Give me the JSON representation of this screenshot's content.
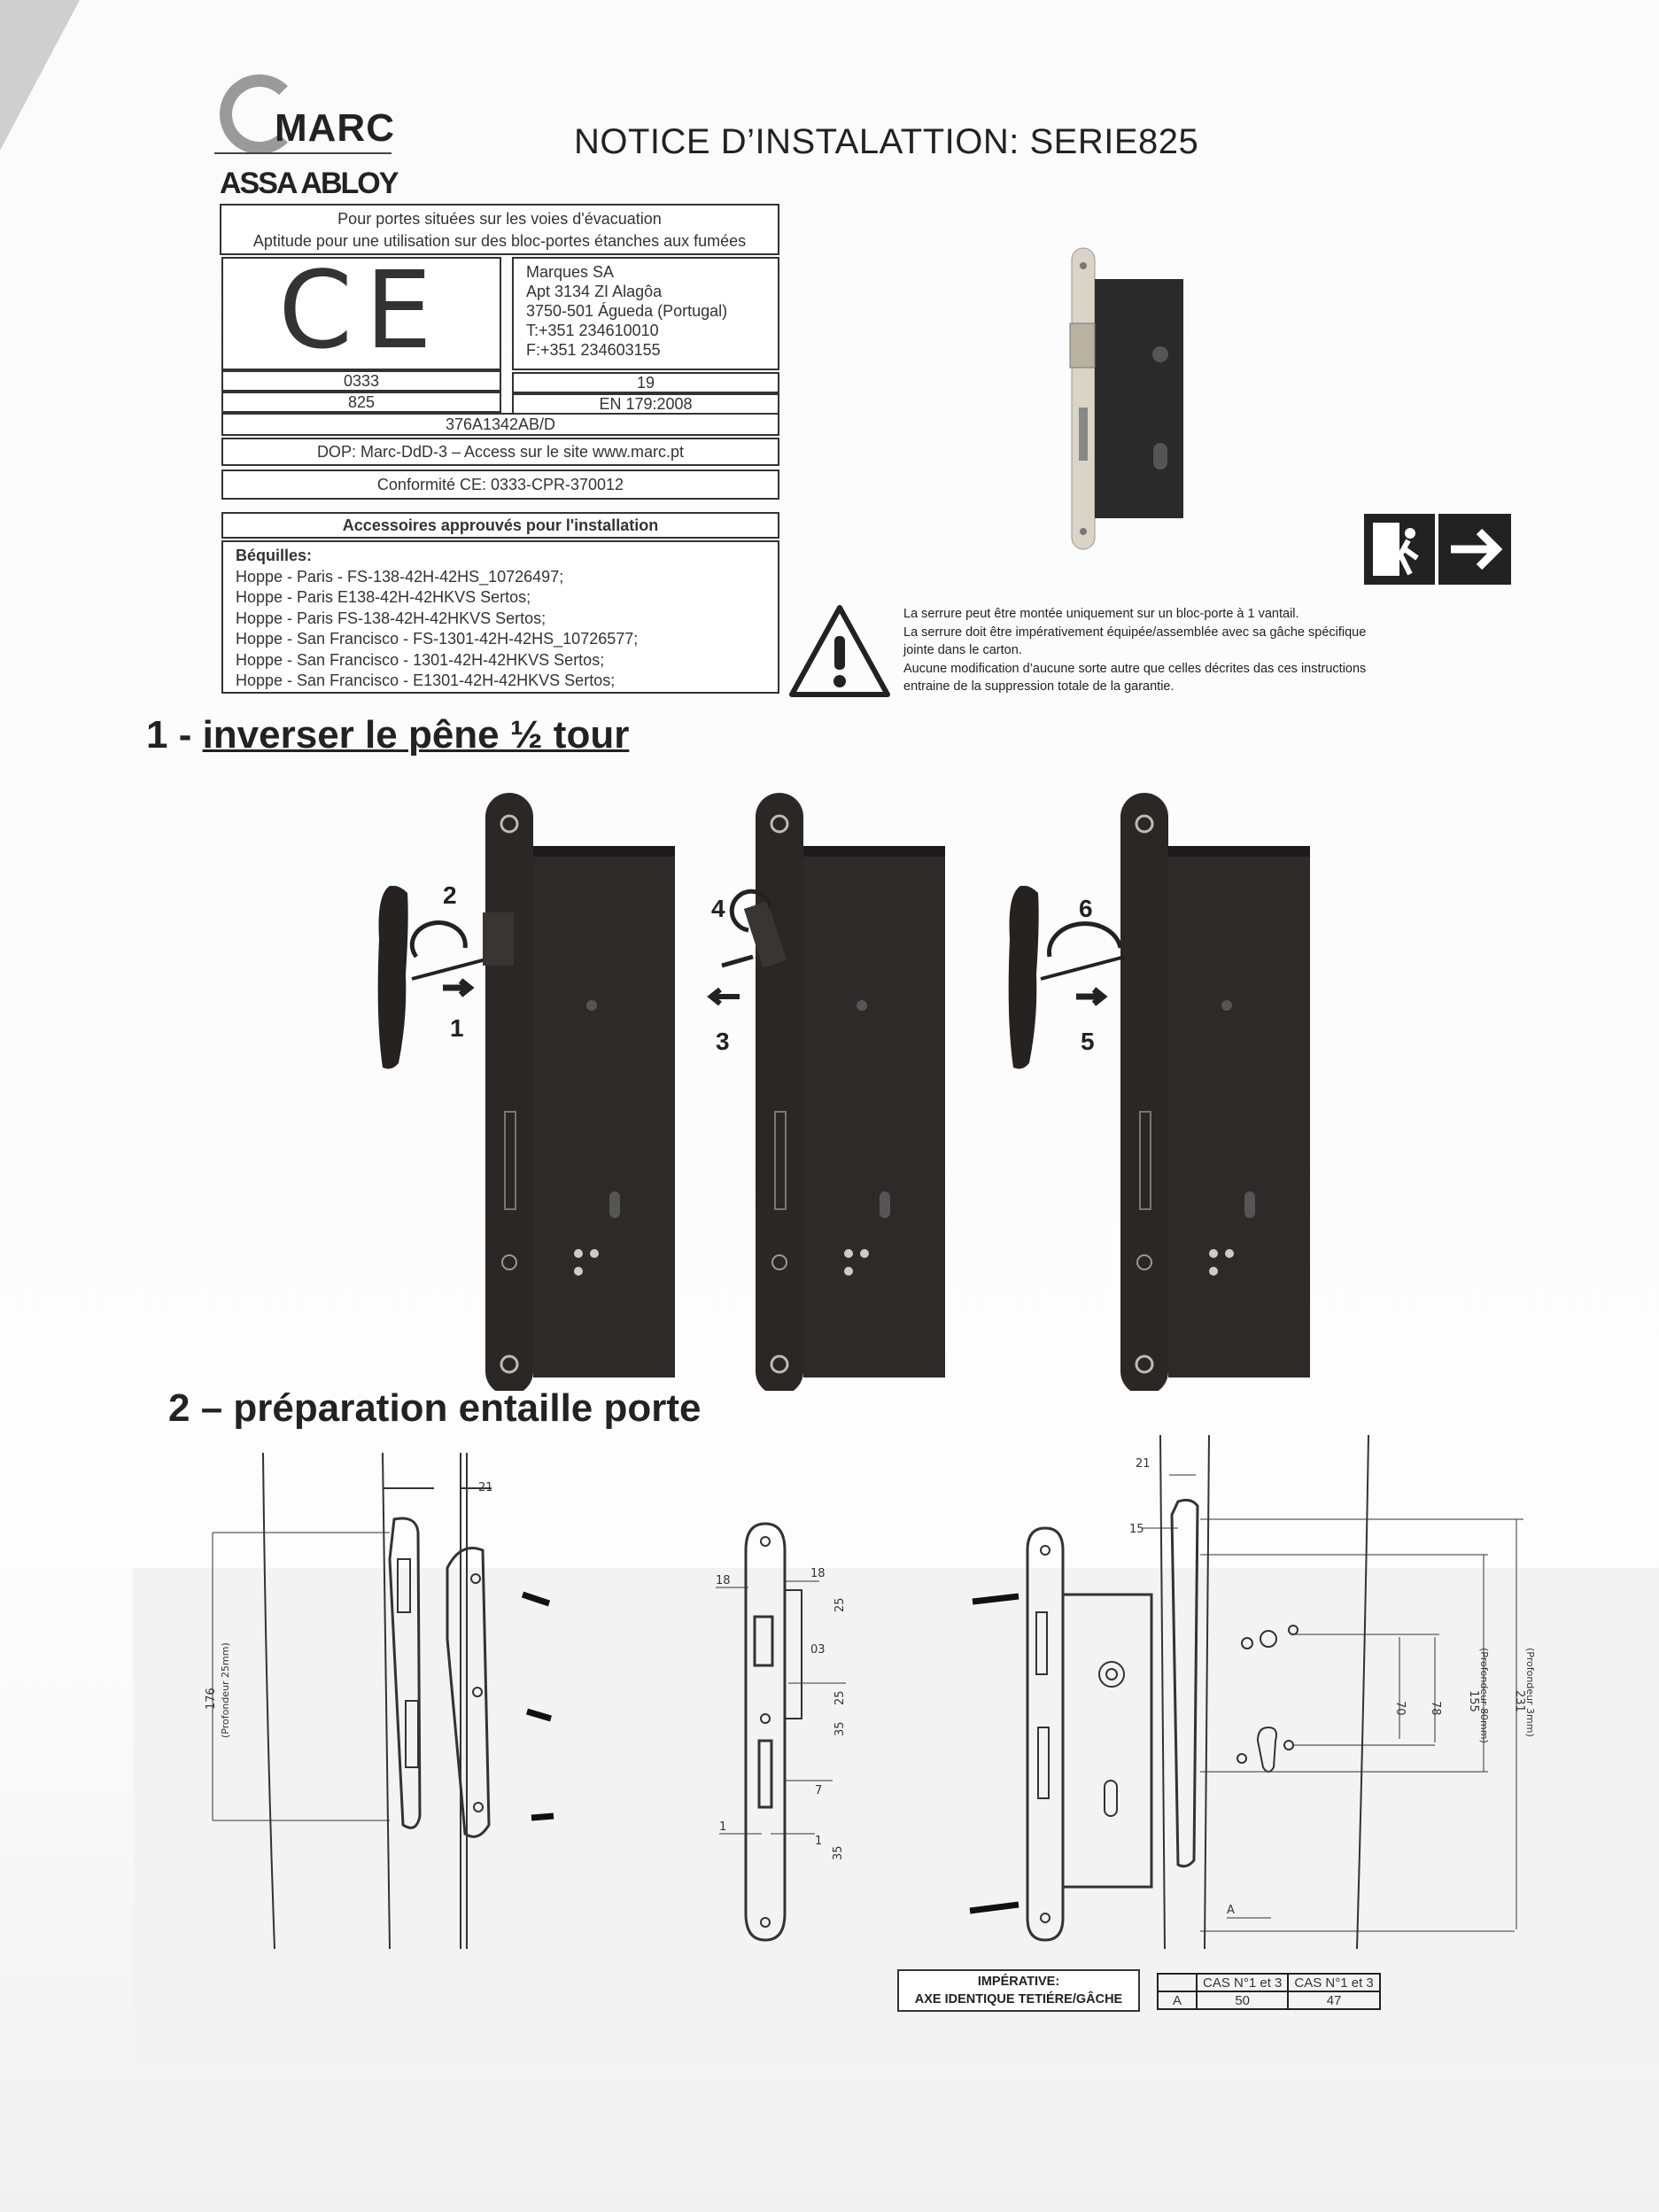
{
  "logo": {
    "brand": "MARC",
    "group": "ASSA ABLOY"
  },
  "title": "NOTICE D’INSTALATTION: SERIE825",
  "ce_table": {
    "header_line1": "Pour portes situées sur les voies d'évacuation",
    "header_line2": "Aptitude pour une utilisation sur des bloc-portes étanches aux fumées",
    "mark": "CE",
    "address": [
      "Marques SA",
      "Apt 3134 ZI Alagôa",
      "3750-501 Águeda (Portugal)",
      "T:+351 234610010",
      "F:+351 234603155"
    ],
    "notified_body": "0333",
    "year": "19",
    "series": "825",
    "standard": "EN 179:2008",
    "code": "376A1342AB/D",
    "dop": "DOP: Marc-DdD-3 – Access sur le site www.marc.pt",
    "conformity": "Conformité CE: 0333-CPR-370012"
  },
  "accessories": {
    "title": "Accessoires approuvés pour l'installation",
    "subtitle": "Béquilles:",
    "items": [
      "Hoppe - Paris - FS-138-42H-42HS_10726497;",
      "Hoppe - Paris E138-42H-42HKVS Sertos;",
      "Hoppe - Paris FS-138-42H-42HKVS Sertos;",
      "Hoppe - San Francisco - FS-1301-42H-42HS_10726577;",
      "Hoppe - San Francisco - 1301-42H-42HKVS Sertos;",
      "Hoppe - San Francisco - E1301-42H-42HKVS Sertos;"
    ]
  },
  "warning": {
    "lines": [
      "La serrure peut être montée uniquement sur un bloc-porte à 1 vantail.",
      "La serrure doit être impérativement équipée/assemblée avec sa gâche spécifique",
      "jointe dans le carton.",
      "Aucune modification d’aucune sorte autre que celles décrites das ces instructions",
      "entraine de la suppression totale de la garantie."
    ]
  },
  "section1": {
    "number": "1 - ",
    "title": "inverser le pêne ½ tour",
    "steps": [
      "1",
      "2",
      "3",
      "4",
      "5",
      "6"
    ]
  },
  "section2": {
    "title": "2 – préparation entaille porte"
  },
  "drawing_labels": {
    "left": {
      "width": "21",
      "height": "176",
      "depth": "(Profondeur 25mm)"
    },
    "middle": {
      "left_18": "18",
      "right_18": "18",
      "d25a": "25",
      "d03": "03",
      "d25b": "25",
      "d35a": "35",
      "d7": "7",
      "d1a": "1",
      "d1b": "1",
      "d35b": "35"
    },
    "right": {
      "d21": "21",
      "d15": "15",
      "d70": "70",
      "d78": "78",
      "d155": "155",
      "depth155": "(Profondeur 80mm)",
      "d231": "231",
      "depth231": "(Profondeur 3mm)",
      "a": "A"
    }
  },
  "imperative": {
    "line1": "IMPÉRATIVE:",
    "line2": "AXE IDENTIQUE TETIÉRE/GÂCHE"
  },
  "cas_table": {
    "headers": [
      "",
      "CAS N°1 et 3",
      "CAS N°1 et 3"
    ],
    "row": [
      "A",
      "50",
      "47"
    ]
  }
}
